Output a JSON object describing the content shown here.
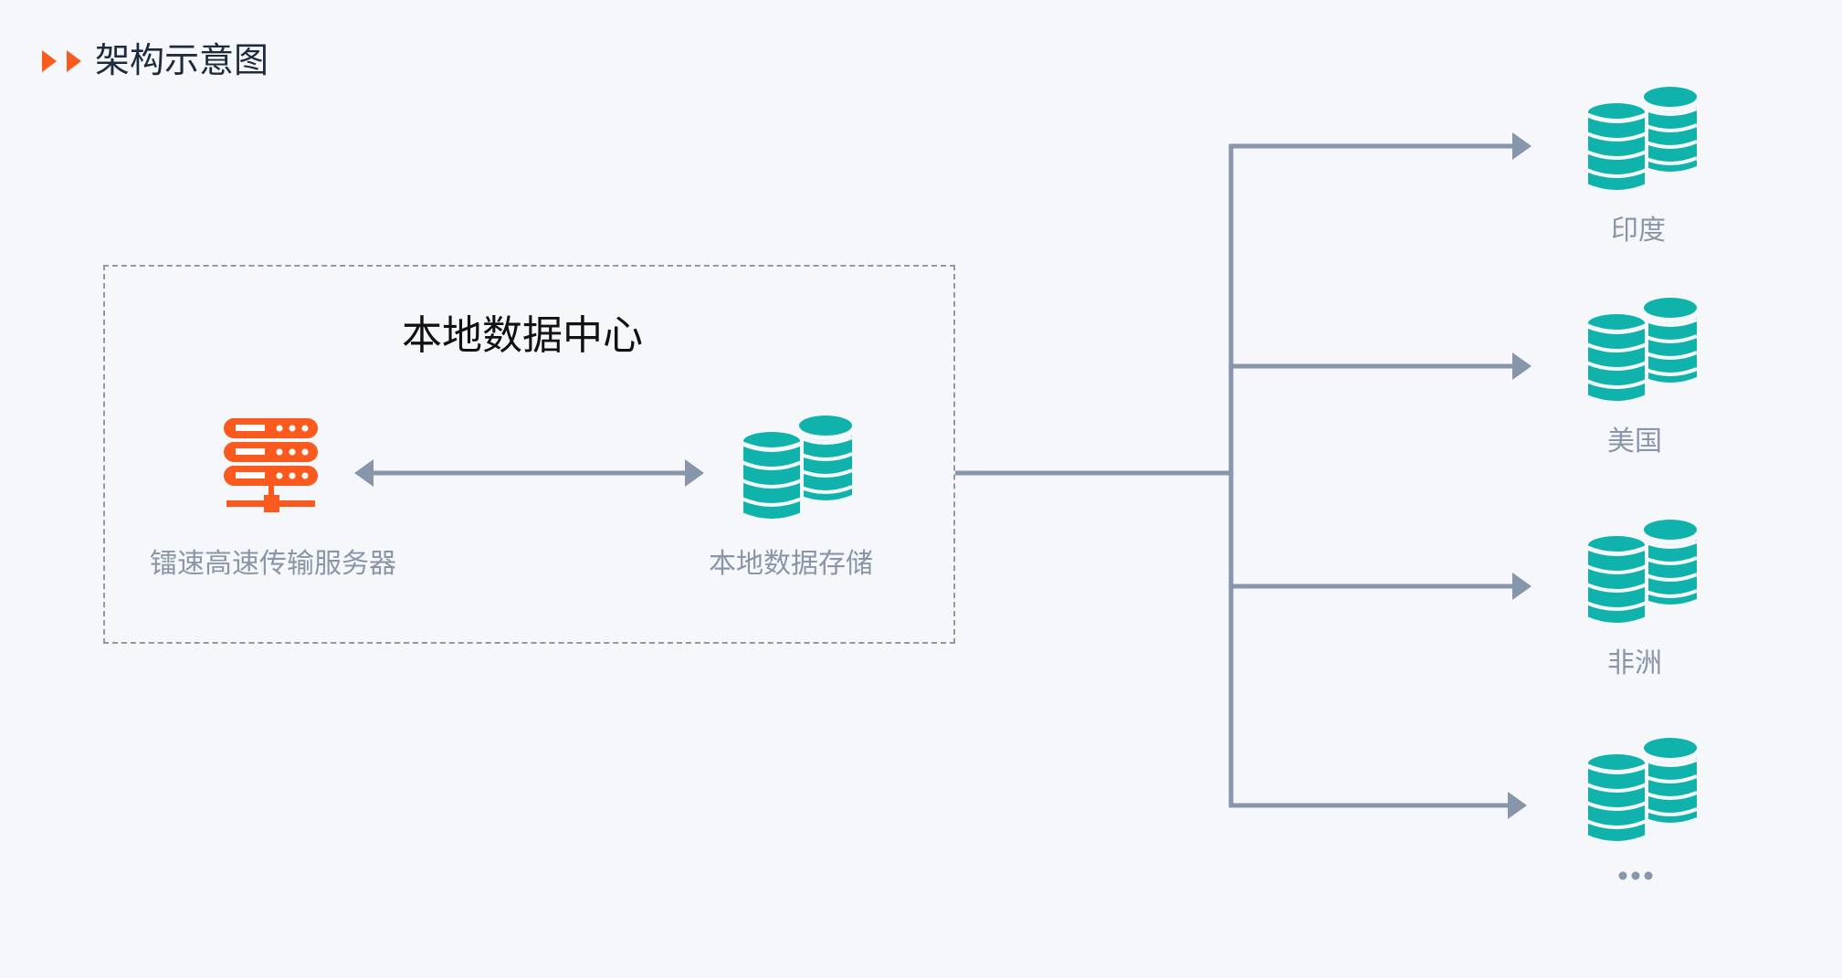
{
  "header": {
    "title": "架构示意图",
    "icon": "double-triangle-right-icon",
    "accent": "#fa5a1e"
  },
  "local_datacenter": {
    "title": "本地数据中心",
    "server": {
      "label": "镭速高速传输服务器",
      "icon": "server-icon",
      "color": "#fa5a1e"
    },
    "storage": {
      "label": "本地数据存储",
      "icon": "database-icon",
      "color": "#0fb3ab"
    },
    "link": "bidirectional"
  },
  "destinations": [
    {
      "label": "印度",
      "icon": "database-icon"
    },
    {
      "label": "美国",
      "icon": "database-icon"
    },
    {
      "label": "非洲",
      "icon": "database-icon"
    },
    {
      "label": "…",
      "icon": "database-icon"
    }
  ],
  "colors": {
    "line": "#8796ab",
    "db": "#0fb3ab",
    "background": "#f5f7fb"
  }
}
